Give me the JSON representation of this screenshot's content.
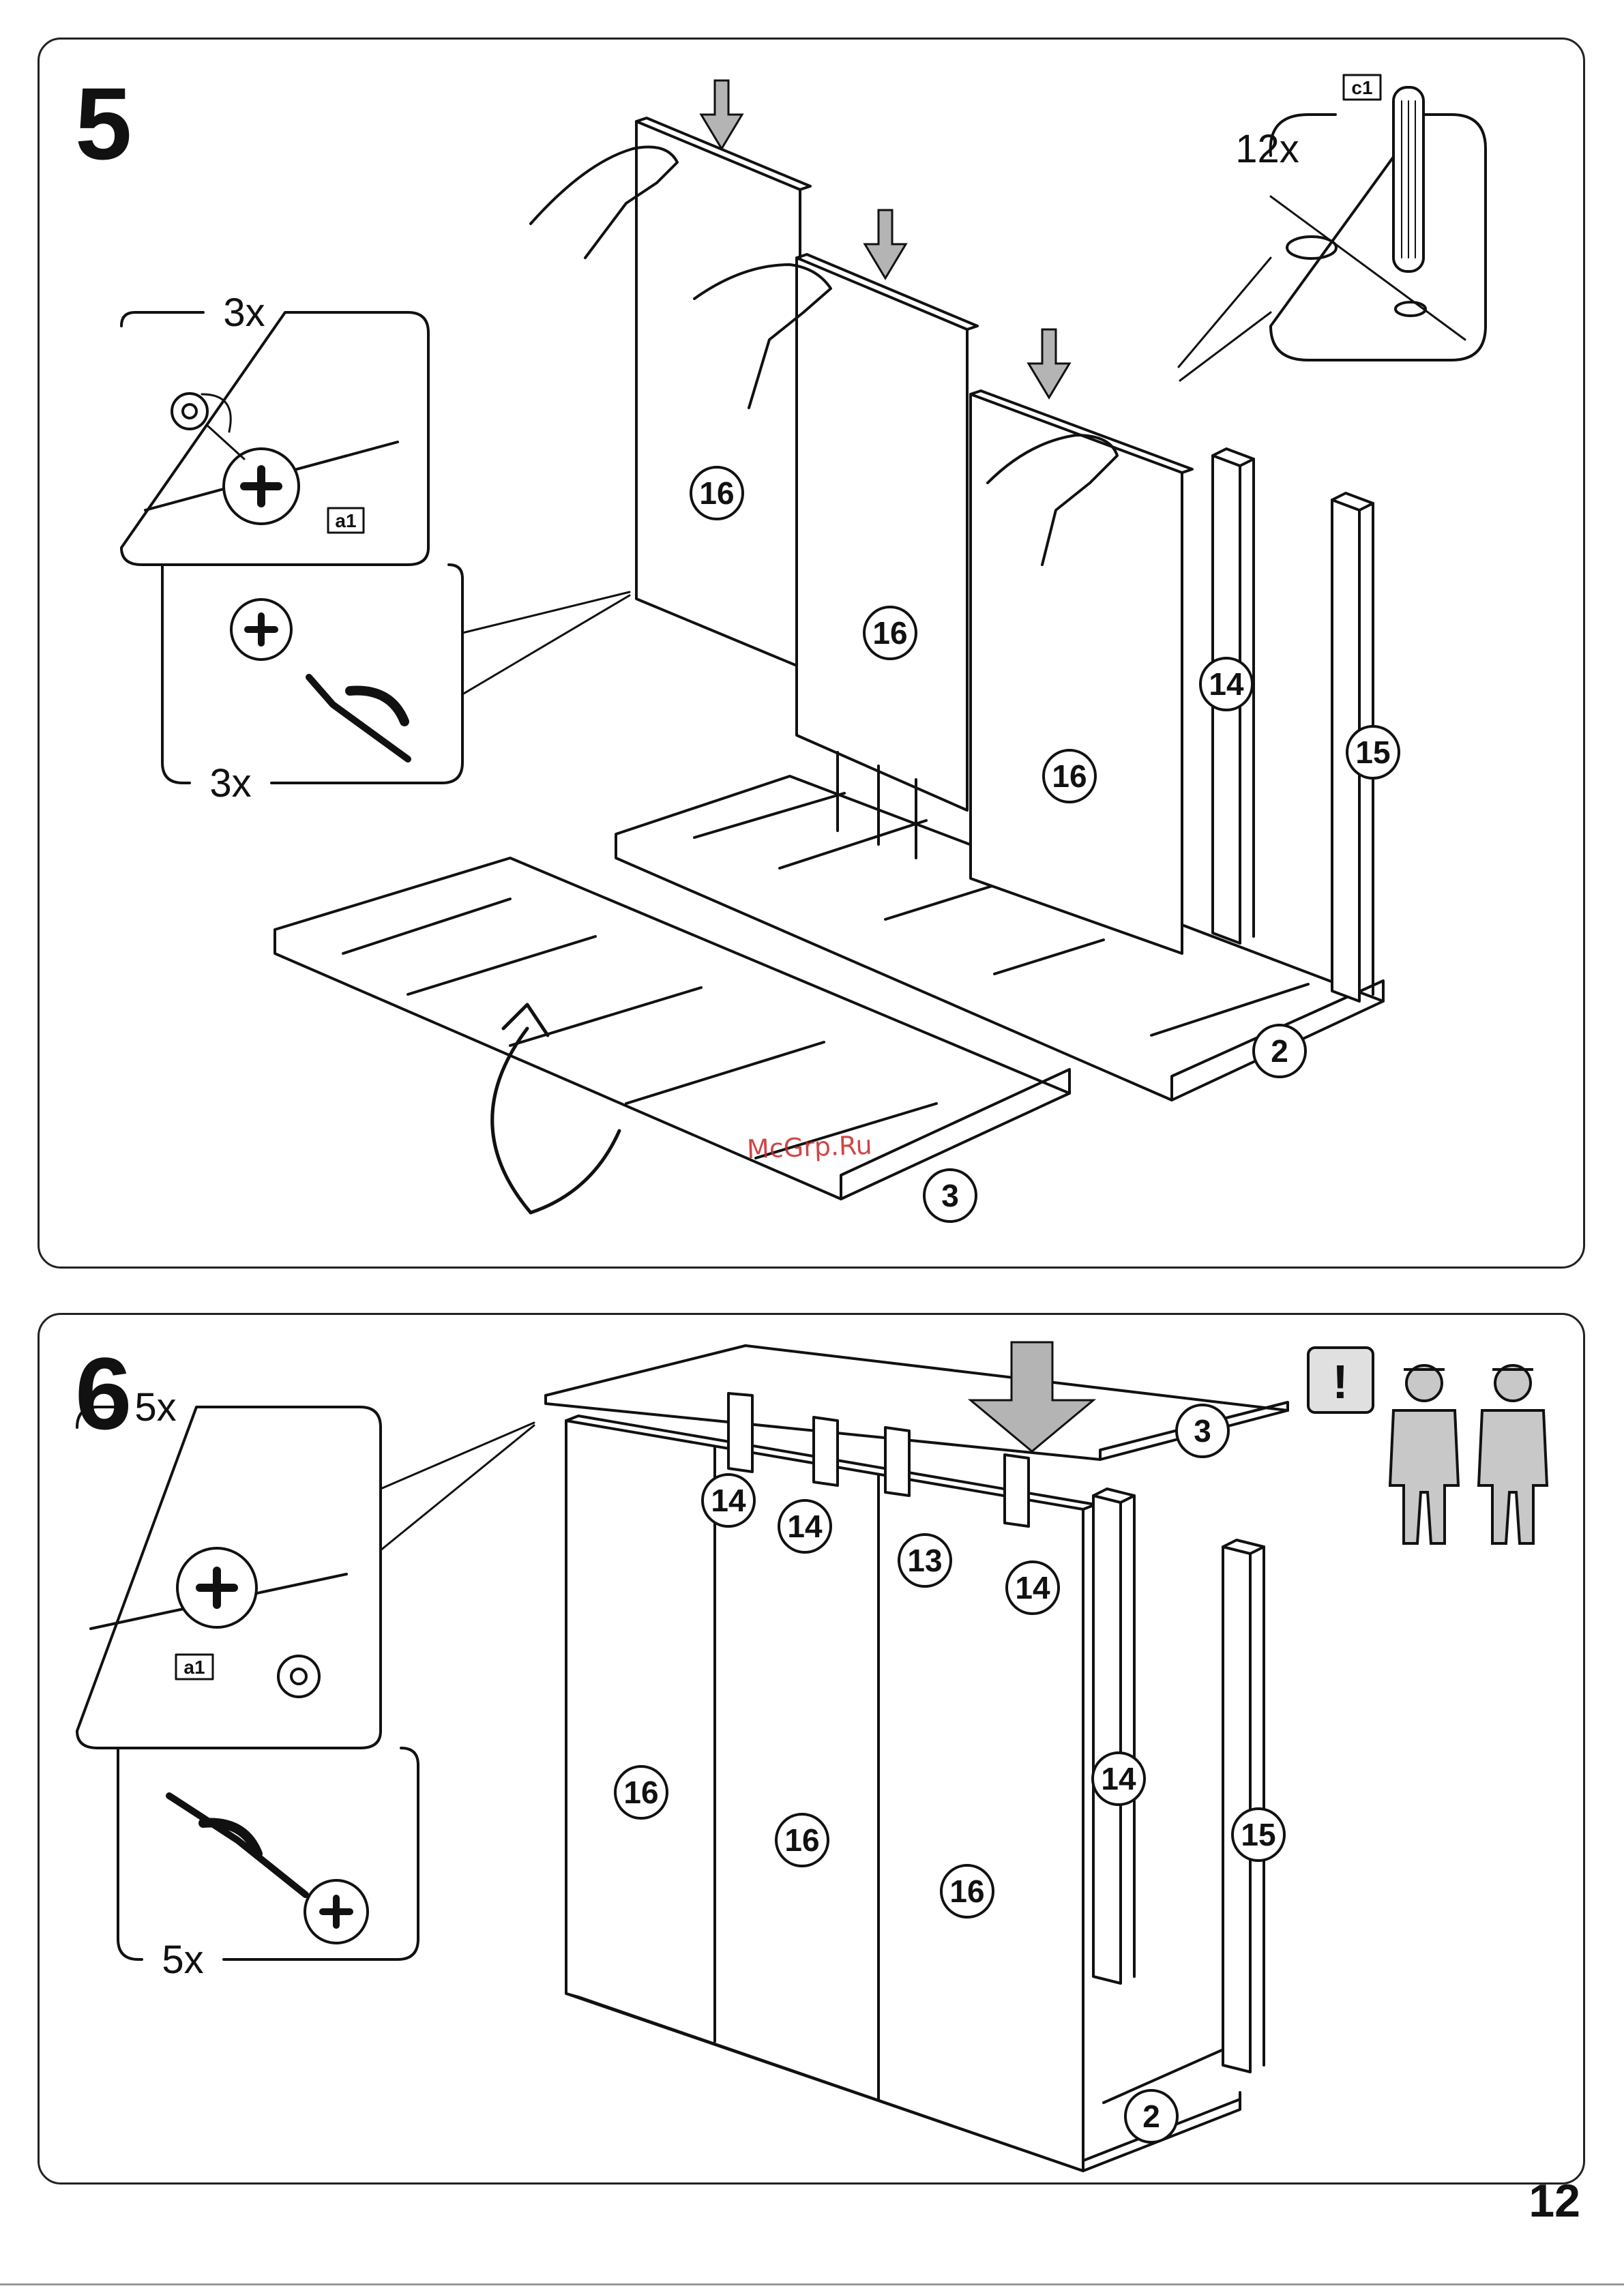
{
  "step5": {
    "number": "5",
    "callout_cam_count": "3x",
    "callout_turn_count": "3x",
    "callout_cam_label": "a1",
    "dowel_count": "12x",
    "dowel_label": "c1",
    "parts": {
      "panel_a": "16",
      "panel_b": "16",
      "panel_c": "16",
      "rail": "14",
      "post": "15",
      "bottom_board": "2",
      "top_board": "3"
    }
  },
  "step6": {
    "number": "6",
    "callout_cam_count": "5x",
    "callout_turn_count": "5x",
    "callout_cam_label": "a1",
    "warning_symbol": "!",
    "parts": {
      "top_board": "3",
      "rail_a": "14",
      "rail_b": "14",
      "rail_c": "14",
      "rail_d": "14",
      "divider": "13",
      "panel_a": "16",
      "panel_b": "16",
      "panel_c": "16",
      "post": "15",
      "bottom_board": "2"
    }
  },
  "page": {
    "number": "12",
    "watermark": "McGrp.Ru"
  },
  "colors": {
    "line": "#111111",
    "arrow_fill": "#b4b4b4",
    "figure_fill": "#c8c8c8",
    "watermark": "#c62828"
  }
}
